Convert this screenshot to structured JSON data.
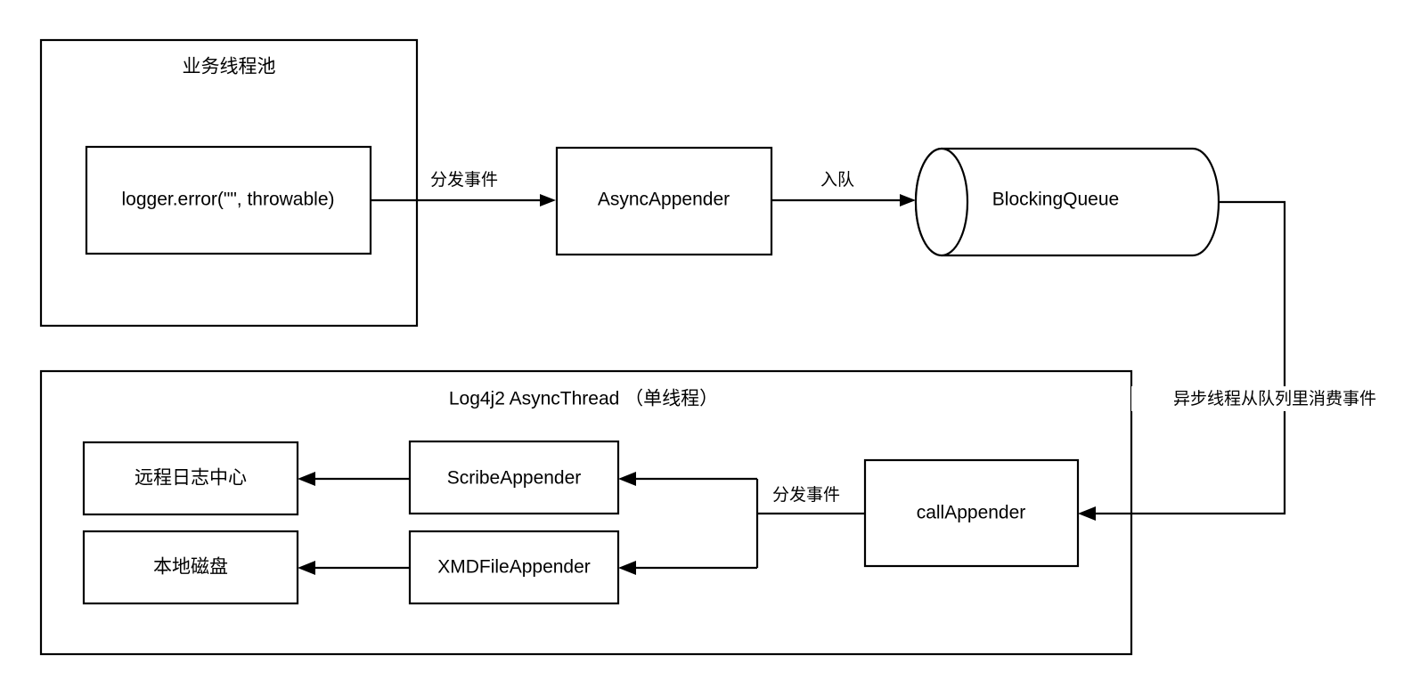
{
  "diagram": {
    "title_text_color": "#000000",
    "background": "#ffffff",
    "stroke": "#000000",
    "groups": [
      {
        "id": "business-thread-pool",
        "title": "业务线程池"
      },
      {
        "id": "log4j2-async-thread",
        "title": "Log4j2 AsyncThread （单线程）"
      }
    ],
    "nodes": [
      {
        "id": "logger-error",
        "label": "logger.error(\"\", throwable)",
        "shape": "rect"
      },
      {
        "id": "async-appender",
        "label": "AsyncAppender",
        "shape": "rect"
      },
      {
        "id": "blocking-queue",
        "label": "BlockingQueue",
        "shape": "cylinder"
      },
      {
        "id": "remote-log-center",
        "label": "远程日志中心",
        "shape": "rect"
      },
      {
        "id": "scribe-appender",
        "label": "ScribeAppender",
        "shape": "rect"
      },
      {
        "id": "local-disk",
        "label": "本地磁盘",
        "shape": "rect"
      },
      {
        "id": "xmd-file-appender",
        "label": "XMDFileAppender",
        "shape": "rect"
      },
      {
        "id": "call-appender",
        "label": "callAppender",
        "shape": "rect"
      }
    ],
    "edges": [
      {
        "id": "logger-to-async",
        "label": "分发事件",
        "from": "logger-error",
        "to": "async-appender"
      },
      {
        "id": "async-to-queue",
        "label": "入队",
        "from": "async-appender",
        "to": "blocking-queue"
      },
      {
        "id": "queue-to-callappender",
        "label": "异步线程从队列里消费事件",
        "from": "blocking-queue",
        "to": "call-appender"
      },
      {
        "id": "callappender-to-appenders",
        "label": "分发事件",
        "from": "call-appender",
        "to": "scribe-appender"
      },
      {
        "id": "scribe-to-remote",
        "label": "",
        "from": "scribe-appender",
        "to": "remote-log-center"
      },
      {
        "id": "xmd-to-disk",
        "label": "",
        "from": "xmd-file-appender",
        "to": "local-disk"
      }
    ]
  }
}
